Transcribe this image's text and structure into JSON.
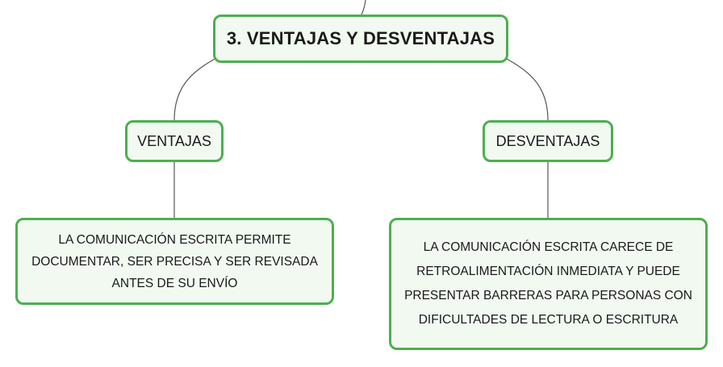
{
  "diagram": {
    "root": {
      "label": "3. VENTAJAS Y DESVENTAJAS"
    },
    "branches": [
      {
        "label": "VENTAJAS",
        "description": "LA COMUNICACIÓN ESCRITA PERMITE DOCUMENTAR, SER PRECISA Y SER REVISADA ANTES DE SU ENVÍO"
      },
      {
        "label": "DESVENTAJAS",
        "description": "LA COMUNICACIÓN ESCRITA CARECE DE RETROALIMENTACIÓN INMEDIATA Y PUEDE PRESENTAR BARRERAS PARA PERSONAS CON DIFICULTADES DE LECTURA O ESCRITURA"
      }
    ],
    "colors": {
      "node_border": "#4caf50",
      "node_fill": "#f1f9f1",
      "connector": "#555555",
      "text": "#1a1a1a"
    }
  }
}
